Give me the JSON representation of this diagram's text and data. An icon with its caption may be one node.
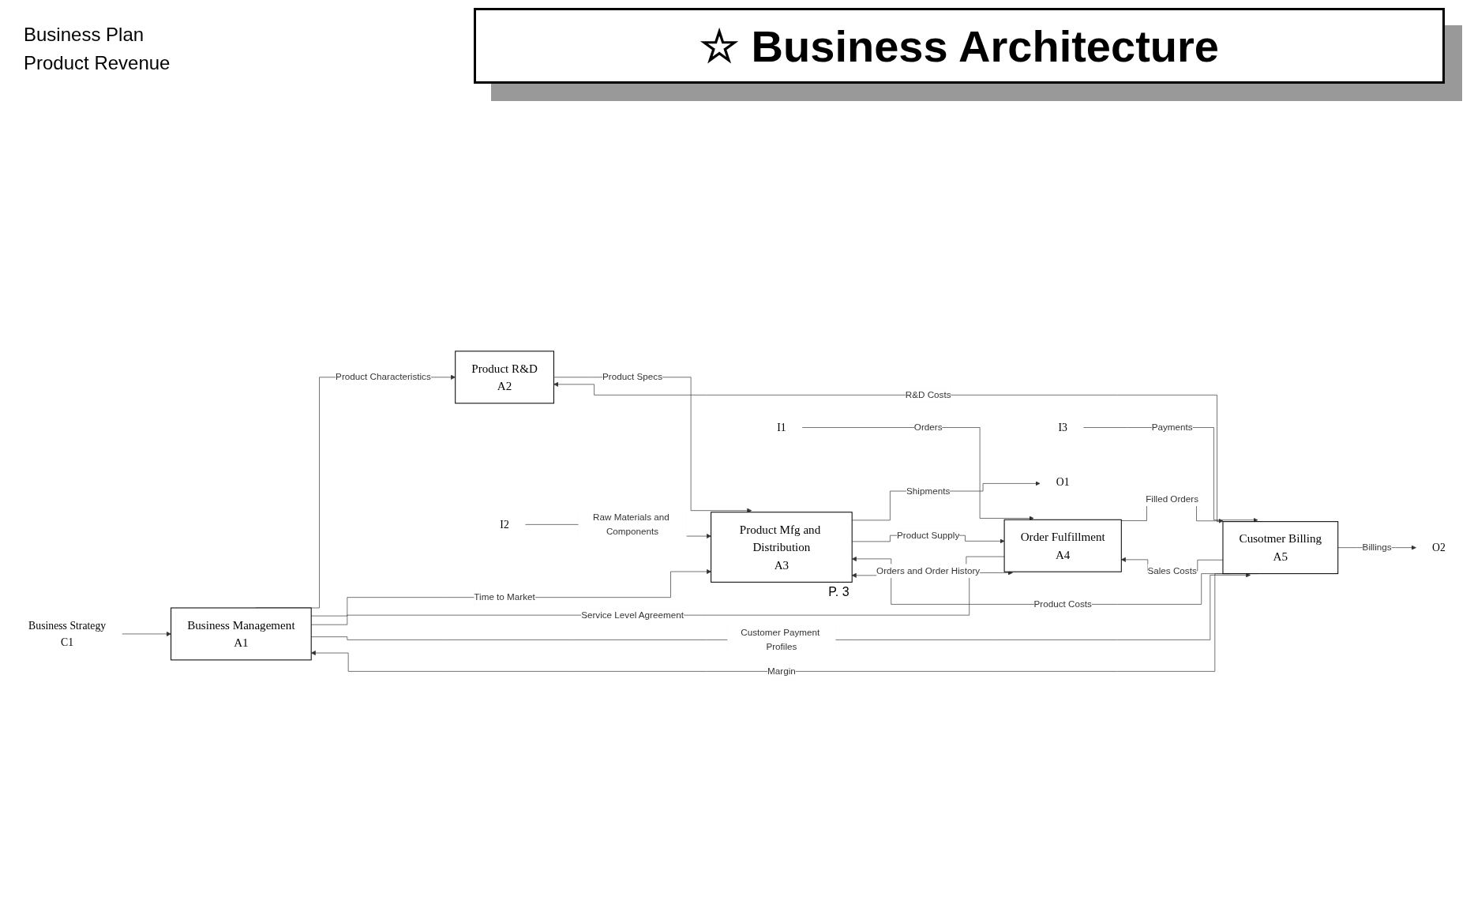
{
  "diagram": {
    "title": "☆ Business Architecture",
    "nodes": [
      {
        "text": [
          "Business Strategy",
          "C1"
        ]
      },
      {
        "text": [
          "Business Management",
          "A1"
        ]
      },
      {
        "text": [
          "Product R&D",
          "A2"
        ]
      },
      {
        "text": [
          "Product Mfg and Distribution",
          "A3"
        ],
        "beside": [
          "P. 3"
        ]
      },
      {
        "text": [
          "Order Fulfillment",
          "A4"
        ]
      },
      {
        "text": [
          "Cusotmer Billing",
          "A5"
        ]
      },
      {
        "text": [
          "I2"
        ]
      },
      {
        "text": [
          "I1"
        ]
      },
      {
        "text": [
          "I3"
        ]
      },
      {
        "text": [
          "O1"
        ]
      },
      {
        "text": [
          "O2"
        ]
      }
    ],
    "edges": [
      {
        "from": 0,
        "to": 1,
        "arrow": "to"
      },
      {
        "from": 1,
        "to": 2,
        "arrow": "to",
        "label": "Product Characteristics"
      },
      {
        "from": 1,
        "to": 3,
        "arrow": "to",
        "label": "Time to Market"
      },
      {
        "from": 1,
        "to": 4,
        "arrow": "to",
        "label": "Service Level Agreement"
      },
      {
        "from": 1,
        "to": 5,
        "arrow": "to",
        "label": "Customer Payment Profiles"
      },
      {
        "from": 2,
        "to": 3,
        "arrow": "to",
        "label": "Product Specs"
      },
      {
        "from": 6,
        "to": 3,
        "arrow": "to",
        "label": "Raw Materials and Components"
      },
      {
        "from": 3,
        "to": 9,
        "arrow": "to",
        "label": "Shipments"
      },
      {
        "from": 3,
        "to": 4,
        "arrow": "to",
        "label": "Product Supply"
      },
      {
        "from": 4,
        "to": 3,
        "arrow": "to",
        "label": "Orders and Order History"
      },
      {
        "from": 7,
        "to": 4,
        "arrow": "to",
        "label": "Orders"
      },
      {
        "from": 4,
        "to": 5,
        "arrow": "to",
        "label": "Filled Orders"
      },
      {
        "from": 8,
        "to": 5,
        "arrow": "to",
        "label": "Payments"
      },
      {
        "from": 5,
        "to": 10,
        "arrow": "to",
        "label": "Billings"
      },
      {
        "from": 5,
        "to": 1,
        "arrow": "to",
        "label": "Margin"
      },
      {
        "from": 5,
        "to": 2,
        "arrow": "to",
        "label": "R&D Costs"
      },
      {
        "from": 5,
        "to": 3,
        "arrow": "to",
        "label": "Product Costs"
      },
      {
        "from": 5,
        "to": 4,
        "arrow": "to",
        "label": "Sales Costs"
      }
    ],
    "labels": [
      "Business Plan",
      "Product Revenue"
    ]
  }
}
